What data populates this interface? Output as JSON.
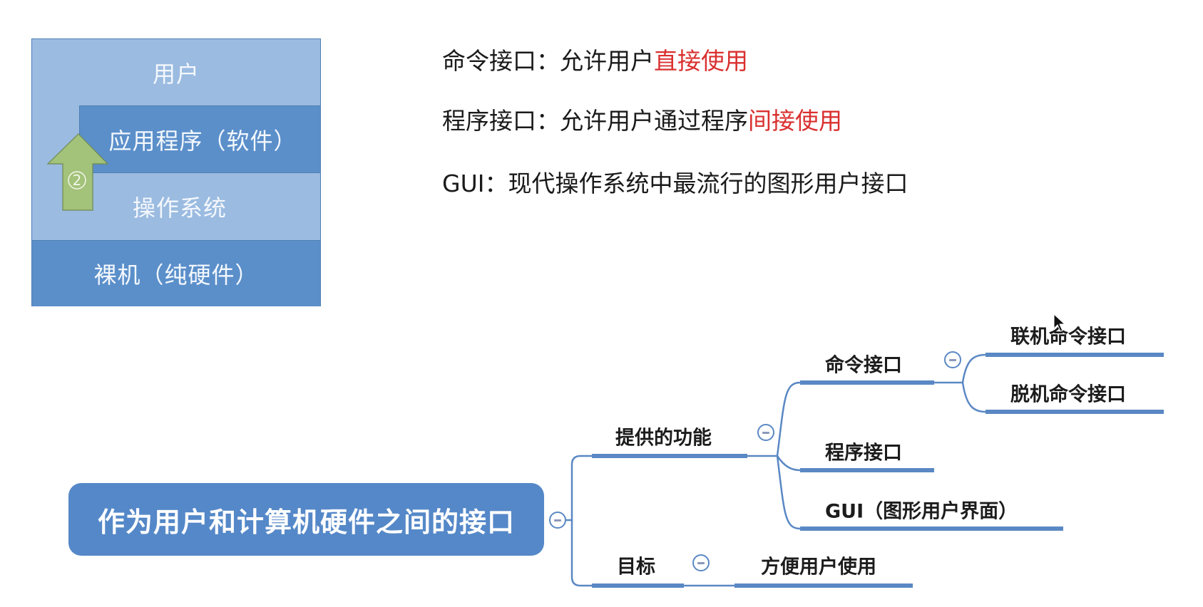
{
  "layer_diagram": {
    "layers": [
      {
        "label": "用户"
      },
      {
        "label": "应用程序（软件）"
      },
      {
        "label": "操作系统"
      },
      {
        "label": "裸机（纯硬件）"
      }
    ],
    "arrow_badge": "②",
    "colors": {
      "light": "#9bbbe0",
      "dark": "#5b8fca",
      "arrow": "#a3c27a"
    }
  },
  "definitions": [
    {
      "prefix": "命令接口：允许用户",
      "highlight": "直接使用"
    },
    {
      "prefix": "程序接口：允许用户通过程序",
      "highlight": "间接使用"
    },
    {
      "prefix": "GUI：现代操作系统中最流行的图形用户接口",
      "highlight": ""
    }
  ],
  "highlight_color": "#d9302f",
  "mindmap": {
    "root": "作为用户和计算机硬件之间的接口",
    "branches": [
      {
        "label": "提供的功能",
        "children": [
          {
            "label": "命令接口",
            "children": [
              {
                "label": "联机命令接口"
              },
              {
                "label": "脱机命令接口"
              }
            ]
          },
          {
            "label": "程序接口"
          },
          {
            "label": "GUI（图形用户界面）"
          }
        ]
      },
      {
        "label": "目标",
        "children": [
          {
            "label": "方便用户使用"
          }
        ]
      }
    ],
    "line_color": "#5a88c4"
  }
}
